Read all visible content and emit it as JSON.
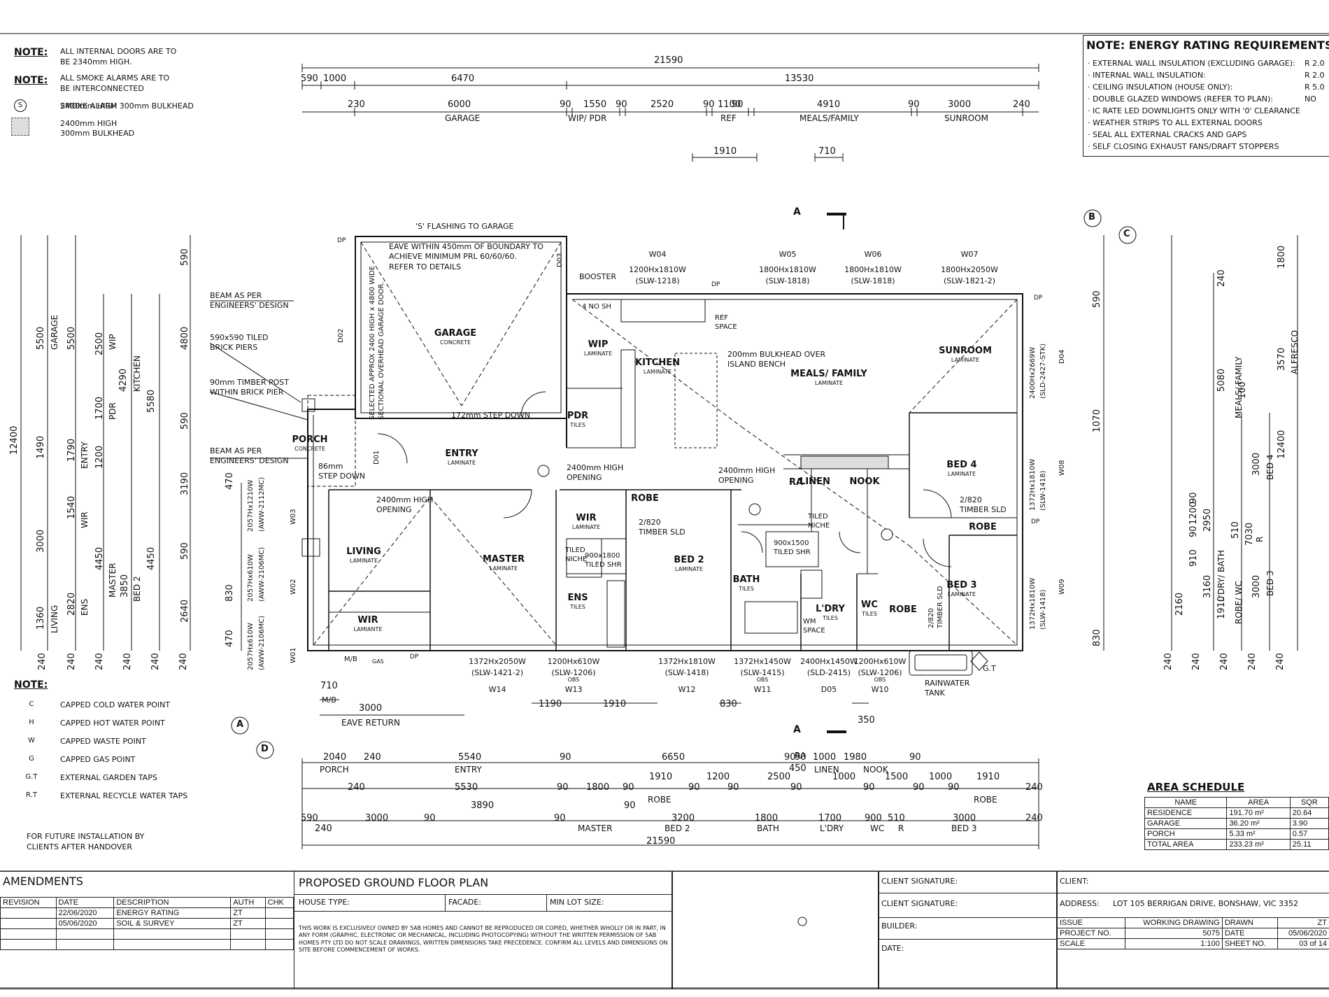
{
  "notes_top": {
    "items": [
      {
        "heading": "NOTE:",
        "text": "ALL INTERNAL DOORS ARE TO\nBE 2340mm HIGH."
      },
      {
        "heading": "NOTE:",
        "text": "ALL SMOKE ALARMS ARE TO\nBE INTERCONNECTED"
      },
      {
        "symbol": "S",
        "text": "SMOKE ALARM"
      },
      {
        "symbol": "bulkhead",
        "text": "2400mm HIGH\n300mm BULKHEAD"
      }
    ]
  },
  "energy": {
    "title": "NOTE: ENERGY RATING REQUIREMENTS:",
    "items": [
      {
        "label": "· EXTERNAL WALL INSULATION (EXCLUDING GARAGE):",
        "value": "R 2.0"
      },
      {
        "label": "· INTERNAL WALL INSULATION:",
        "value": "R 2.0"
      },
      {
        "label": "· CEILING INSULATION (HOUSE ONLY):",
        "value": "R 5.0"
      },
      {
        "label": "· DOUBLE GLAZED WINDOWS (REFER TO PLAN):",
        "value": "NO"
      },
      {
        "label": "· IC RATE LED DOWNLIGHTS ONLY WITH '0' CLEARANCE",
        "value": ""
      },
      {
        "label": "· WEATHER STRIPS TO ALL EXTERNAL DOORS",
        "value": ""
      },
      {
        "label": "· SEAL ALL EXTERNAL CRACKS AND GAPS",
        "value": ""
      },
      {
        "label": "· SELF CLOSING EXHAUST FANS/DRAFT STOPPERS",
        "value": ""
      }
    ]
  },
  "dims_top": {
    "overall": "21590",
    "row1": [
      "590",
      "1000",
      "6470",
      "13530"
    ],
    "row2": [
      "230",
      "6000",
      "90",
      "1550",
      "90",
      "2520",
      "90",
      "1100",
      "90",
      "4910",
      "90",
      "3000",
      "240"
    ],
    "row2_labels": [
      "GARAGE",
      "WIP/ PDR",
      "REF",
      "MEALS/FAMILY",
      "SUNROOM"
    ],
    "row3": [
      "1910",
      "710"
    ]
  },
  "dims_bottom": {
    "overall": "21590",
    "row1": [
      "2040",
      "240",
      "5540",
      "90",
      "6650",
      "90",
      "90",
      "1000",
      "1980",
      "90",
      "450"
    ],
    "row1_labels": [
      "PORCH",
      "ENTRY",
      "RA",
      "LINEN",
      "NOOK"
    ],
    "row2": [
      "240",
      "5530",
      "90",
      "1800",
      "90",
      "1910",
      "90",
      "1200",
      "90",
      "2500",
      "90",
      "1000",
      "90",
      "1500",
      "90",
      "1000",
      "90",
      "1910",
      "240"
    ],
    "row2_labels": [
      "ROBE",
      "ROBE"
    ],
    "row3": [
      "590",
      "240",
      "3000",
      "90",
      "3890",
      "90",
      "90",
      "3200",
      "1800",
      "1700",
      "900",
      "510",
      "3000",
      "240"
    ],
    "row3_labels": [
      "MASTER",
      "BED 2",
      "BATH",
      "L'DRY",
      "WC",
      "R",
      "BED 3"
    ]
  },
  "dims_left": {
    "overall": "12400",
    "col_outer": [
      "590",
      "4800",
      "590",
      "3190",
      "590",
      "2640"
    ],
    "col_small": [
      "470",
      "830",
      "470"
    ],
    "col1": [
      "5500",
      "1490",
      "3000",
      "1360"
    ],
    "col1_labels": [
      "GARAGE",
      "LIVING"
    ],
    "col2": [
      "5500",
      "1790",
      "1540",
      "2820"
    ],
    "col2_labels": [
      "ENTRY",
      "WIR",
      "ENS"
    ],
    "col3": [
      "2500",
      "1700",
      "1200",
      "4450",
      "3850"
    ],
    "col3_labels": [
      "WIP",
      "PDR",
      "MASTER",
      "BED 2"
    ],
    "col4": [
      "4290",
      "5580",
      "4450"
    ],
    "col4_labels": [
      "KITCHEN"
    ],
    "bottom": [
      "240",
      "240",
      "240",
      "240",
      "240",
      "240"
    ]
  },
  "dims_right": {
    "overall": "12400",
    "col_outer": [
      "590",
      "1070",
      "830"
    ],
    "alfresco": [
      "1800",
      "3570",
      "7030"
    ],
    "labels": [
      "ALFRESCO",
      "MEALS/ FAMILY",
      "BED 4",
      "R",
      "L'DRY/ BATH",
      "ROBE/ WC",
      "BED 3"
    ],
    "values": [
      "240",
      "5080",
      "100",
      "3000",
      "90",
      "1200",
      "90",
      "910",
      "2950",
      "3160",
      "1910",
      "3000",
      "2160",
      "510"
    ],
    "bottom": [
      "240",
      "240",
      "240",
      "240",
      "240"
    ]
  },
  "section_marks": {
    "a": "A",
    "b": "B",
    "c": "C",
    "d": "D"
  },
  "rooms": [
    {
      "name": "GARAGE",
      "finish": "CONCRETE"
    },
    {
      "name": "WIP",
      "finish": "LAMINATE"
    },
    {
      "name": "KITCHEN",
      "finish": "LAMINATE"
    },
    {
      "name": "MEALS/ FAMILY",
      "finish": "LAMINATE"
    },
    {
      "name": "SUNROOM",
      "finish": "LAMINATE"
    },
    {
      "name": "PDR",
      "finish": "TILES"
    },
    {
      "name": "PORCH",
      "finish": "CONCRETE"
    },
    {
      "name": "ENTRY",
      "finish": "LAMINATE"
    },
    {
      "name": "LIVING",
      "finish": "LAMINATE"
    },
    {
      "name": "WIR",
      "finish": "LAMIANTE"
    },
    {
      "name": "MASTER",
      "finish": "LAMINATE"
    },
    {
      "name": "WIR",
      "finish": "LAMINATE"
    },
    {
      "name": "ENS",
      "finish": "TILES"
    },
    {
      "name": "BED 2",
      "finish": "LAMINATE"
    },
    {
      "name": "BATH",
      "finish": "TILES"
    },
    {
      "name": "L'DRY",
      "finish": "TILES"
    },
    {
      "name": "WC",
      "finish": "TILES"
    },
    {
      "name": "BED 4",
      "finish": "LAMINATE"
    },
    {
      "name": "BED 3",
      "finish": "LAMINATE"
    },
    {
      "name": "NOOK",
      "finish": ""
    },
    {
      "name": "LINEN",
      "finish": ""
    },
    {
      "name": "ROBE",
      "finish": ""
    },
    {
      "name": "ROBE",
      "finish": ""
    },
    {
      "name": "ROBE",
      "finish": ""
    },
    {
      "name": "RA",
      "finish": ""
    }
  ],
  "annotations": {
    "s_flashing": "'S' FLASHING TO GARAGE",
    "eave": "EAVE WITHIN 450mm OF BOUNDARY TO\nACHIEVE MINIMUM PRL 60/60/60.\nREFER TO DETAILS",
    "garage_door": "SELECTED APPROX 2400 HIGH x 4800 WIDE\nSECTIONAL OVERHEAD GARAGE DOOR.",
    "step_down_garage": "172mm STEP DOWN",
    "booster": "BOOSTER",
    "bulkhead_island": "200mm BULKHEAD OVER\nISLAND BENCH",
    "beam1": "BEAM AS PER\nENGINEERS' DESIGN",
    "tiled_piers": "590x590 TILED\nBRICK PIERS",
    "timber_post": "90mm TIMBER POST\nWITHIN BRICK PIER",
    "beam2": "BEAM AS PER\nENGINEERS' DESIGN",
    "porch_step": "86mm\nSTEP DOWN",
    "opening1": "2400mm HIGH\nOPENING",
    "opening2": "2400mm HIGH\nOPENING",
    "opening3": "2400mm HIGH\nOPENING",
    "timber_sld1": "2/820\nTIMBER SLD",
    "timber_sld2": "2/820\nTIMBER SLD",
    "timber_sld3": "2/820\nTIMBER SLD",
    "tiled_shr1": "900x1500\nTILED SHR",
    "tiled_shr2": "900x1800\nTILED SHR",
    "tiled_niche1": "TILED\nNICHE",
    "tiled_niche2": "TILED\nNICHE",
    "wm_space": "WM\nSPACE",
    "ref_space": "REF\nSPACE",
    "four_no_sh": "4 NO SH",
    "mb": "M/B",
    "gas": "GAS",
    "rainwater": "RAINWATER\nTANK",
    "gt": "G.T",
    "eave_return": "EAVE RETURN",
    "mb_dim": "710",
    "eave_return_dim": "3000",
    "dp": "DP"
  },
  "windows_top": [
    {
      "tag": "W04",
      "size": "1200Hx1810W",
      "code": "(SLW-1218)"
    },
    {
      "tag": "W05",
      "size": "1800Hx1810W",
      "code": "(SLW-1818)"
    },
    {
      "tag": "W06",
      "size": "1800Hx1810W",
      "code": "(SLW-1818)"
    },
    {
      "tag": "W07",
      "size": "1800Hx2050W",
      "code": "(SLW-1821-2)"
    }
  ],
  "windows_bottom": [
    {
      "tag": "W14",
      "size": "1372Hx2050W",
      "code": "(SLW-1421-2)",
      "obs": ""
    },
    {
      "tag": "W13",
      "size": "1200Hx610W",
      "code": "(SLW-1206)",
      "obs": "OBS"
    },
    {
      "tag": "W12",
      "size": "1372Hx1810W",
      "code": "(SLW-1418)",
      "obs": ""
    },
    {
      "tag": "W11",
      "size": "1372Hx1450W",
      "code": "(SLW-1415)",
      "obs": "OBS"
    },
    {
      "tag": "D05",
      "size": "2400Hx1450W",
      "code": "(SLD-2415)",
      "obs": ""
    },
    {
      "tag": "W10",
      "size": "1200Hx610W",
      "code": "(SLW-1206)",
      "obs": "OBS"
    }
  ],
  "bottom_dims_extra": [
    "1190",
    "1910",
    "830",
    "350"
  ],
  "windows_left": [
    {
      "tag": "W03",
      "size": "2057Hx1210W",
      "code": "(AWW-2112MC)"
    },
    {
      "tag": "W02",
      "size": "2057Hx610W",
      "code": "(AWW-2106MC)"
    },
    {
      "tag": "W01",
      "size": "2057Hx610W",
      "code": "(AWW-2106MC)"
    }
  ],
  "windows_right": [
    {
      "tag": "D04",
      "size": "2400Hx2669W",
      "code": "(SLD-2427-STK)"
    },
    {
      "tag": "W08",
      "size": "1372Hx1810W",
      "code": "(SLW-1418)"
    },
    {
      "tag": "W09",
      "size": "1372Hx1810W",
      "code": "(SLW-1418)"
    }
  ],
  "doors": {
    "d01": "D01",
    "d02": "D02",
    "d03": "D03"
  },
  "notes_bottom": {
    "heading": "NOTE:",
    "items": [
      {
        "symbol": "C",
        "text": "CAPPED COLD WATER POINT"
      },
      {
        "symbol": "H",
        "text": "CAPPED HOT WATER POINT"
      },
      {
        "symbol": "W",
        "text": "CAPPED WASTE POINT"
      },
      {
        "symbol": "G",
        "text": "CAPPED GAS POINT"
      },
      {
        "symbol": "G.T",
        "text": "EXTERNAL GARDEN TAPS"
      },
      {
        "symbol": "R.T",
        "text": "EXTERNAL RECYCLE WATER TAPS"
      }
    ],
    "footer": "FOR FUTURE INSTALLATION BY\nCLIENTS AFTER HANDOVER"
  },
  "area_schedule": {
    "title": "AREA SCHEDULE",
    "headers": [
      "NAME",
      "AREA",
      "SQR"
    ],
    "rows": [
      [
        "RESIDENCE",
        "191.70 m²",
        "20.64"
      ],
      [
        "GARAGE",
        "36.20 m²",
        "3.90"
      ],
      [
        "PORCH",
        "5.33 m²",
        "0.57"
      ],
      [
        "TOTAL AREA",
        "233.23 m²",
        "25.11"
      ]
    ]
  },
  "title_block": {
    "amendments_title": "AMENDMENTS",
    "amend_headers": [
      "REVISION",
      "DATE",
      "DESCRIPTION",
      "AUTH",
      "CHK"
    ],
    "amend_rows": [
      [
        "",
        "22/06/2020",
        "ENERGY RATING",
        "ZT",
        ""
      ],
      [
        "",
        "05/06/2020",
        "SOIL & SURVEY",
        "ZT",
        ""
      ]
    ],
    "plan_title": "PROPOSED GROUND FLOOR PLAN",
    "house_type": "HOUSE TYPE:",
    "facade": "FACADE:",
    "min_lot": "MIN LOT SIZE:",
    "disclaimer": "THIS WORK IS EXCLUSIVELY OWNED BY 5AB HOMES AND CANNOT BE REPRODUCED OR COPIED, WHETHER WHOLLY OR IN PART, IN ANY FORM (GRAPHIC, ELECTRONIC OR MECHANICAL, INCLUDING PHOTOCOPYING) WITHOUT THE WRITTEN PERMISSION OF 5AB HOMES PTY LTD DO NOT SCALE DRAWINGS, WRITTEN DIMENSIONS TAKE PRECEDENCE. CONFIRM ALL LEVELS AND DIMENSIONS ON SITE BEFORE COMMENCEMENT OF WORKS.",
    "client_sig1": "CLIENT SIGNATURE:",
    "client_sig2": "CLIENT SIGNATURE:",
    "builder": "BUILDER:",
    "date": "DATE:",
    "client": "CLIENT:",
    "address_label": "ADDRESS:",
    "address": "LOT 105 BERRIGAN DRIVE, BONSHAW, VIC 3352",
    "issue_label": "ISSUE",
    "issue": "WORKING DRAWING",
    "drawn_label": "DRAWN",
    "drawn": "ZT",
    "project_label": "PROJECT NO.",
    "project": "5075",
    "date_label": "DATE",
    "date_value": "05/06/2020",
    "scale_label": "SCALE",
    "scale": "1:100",
    "sheet_label": "SHEET NO.",
    "sheet": "03 of 14"
  }
}
